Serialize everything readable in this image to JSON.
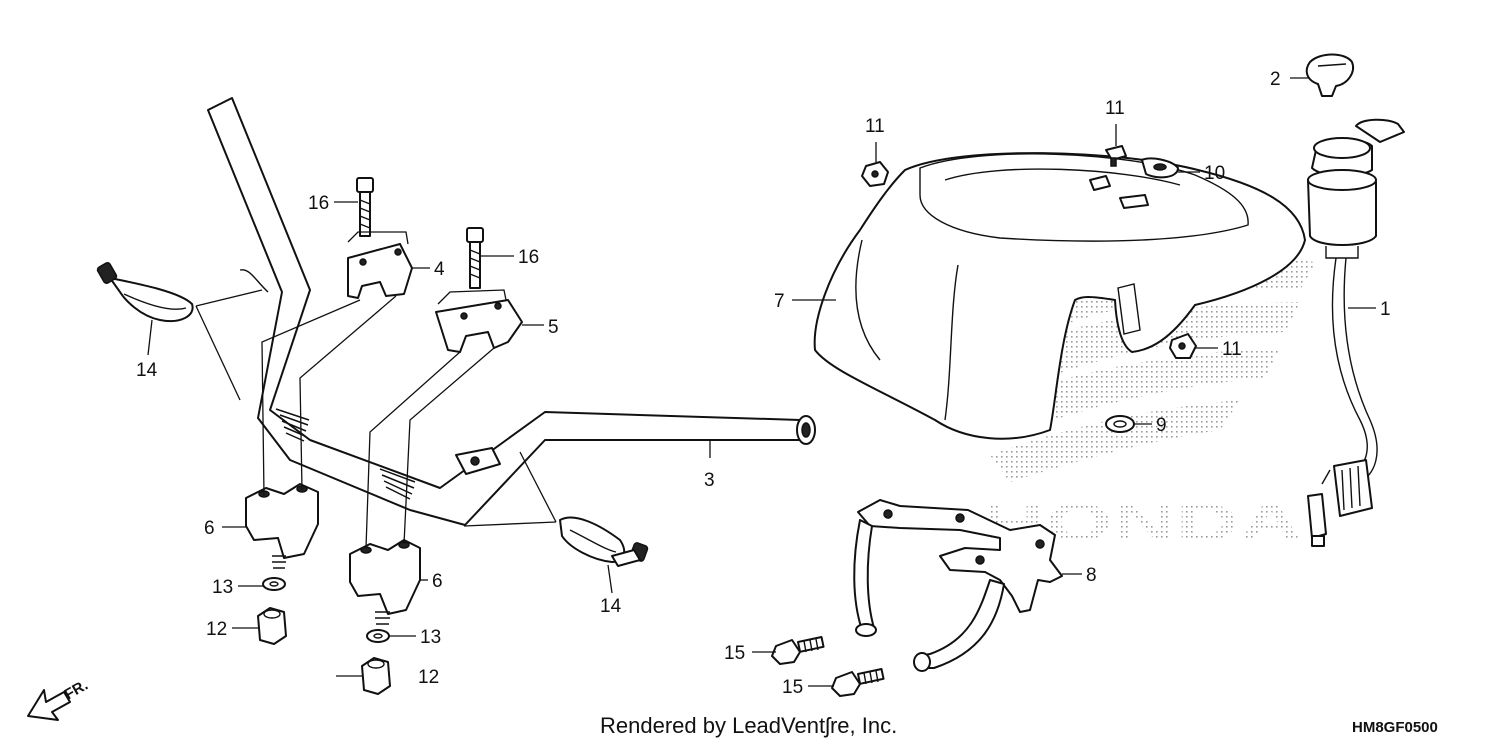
{
  "callouts": {
    "c1": "1",
    "c2": "2",
    "c3": "3",
    "c4": "4",
    "c5": "5",
    "c6a": "6",
    "c6b": "6",
    "c7": "7",
    "c8": "8",
    "c9": "9",
    "c10": "10",
    "c11a": "11",
    "c11b": "11",
    "c11c": "11",
    "c12a": "12",
    "c12b": "12",
    "c13a": "13",
    "c13b": "13",
    "c14a": "14",
    "c14b": "14",
    "c15a": "15",
    "c15b": "15",
    "c16a": "16",
    "c16b": "16"
  },
  "watermark": "HONDA",
  "direction": "FR.",
  "footer": {
    "credit": "Rendered by LeadVentʃre, Inc.",
    "code": "HM8GF0500"
  },
  "colors": {
    "ink": "#111111",
    "watermark": "#9a9a9a",
    "background": "#ffffff"
  }
}
